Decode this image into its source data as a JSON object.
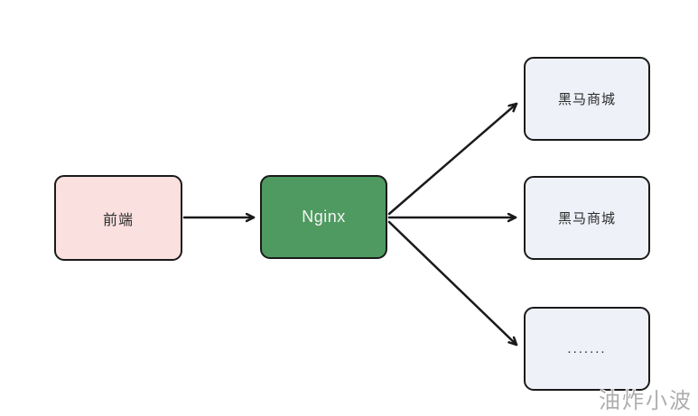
{
  "diagram": {
    "nodes": [
      {
        "id": "frontend",
        "label": "前端"
      },
      {
        "id": "nginx",
        "label": "Nginx"
      },
      {
        "id": "mall-1",
        "label": "黑马商城"
      },
      {
        "id": "mall-2",
        "label": "黑马商城"
      },
      {
        "id": "more",
        "label": "......."
      }
    ],
    "edges": [
      {
        "from": "frontend",
        "to": "nginx"
      },
      {
        "from": "nginx",
        "to": "mall-1"
      },
      {
        "from": "nginx",
        "to": "mall-2"
      },
      {
        "from": "nginx",
        "to": "more"
      }
    ]
  },
  "watermark": {
    "text": "油炸小波"
  },
  "colors": {
    "node-frontend-fill": "#fbe0e0",
    "node-nginx-fill": "#4f9a60",
    "node-service-fill": "#eef1f8",
    "stroke": "#1a1a1a",
    "text": "#2d2d2d",
    "nginx-text": "#f5f5f5",
    "watermark": "#a6a6a6"
  }
}
